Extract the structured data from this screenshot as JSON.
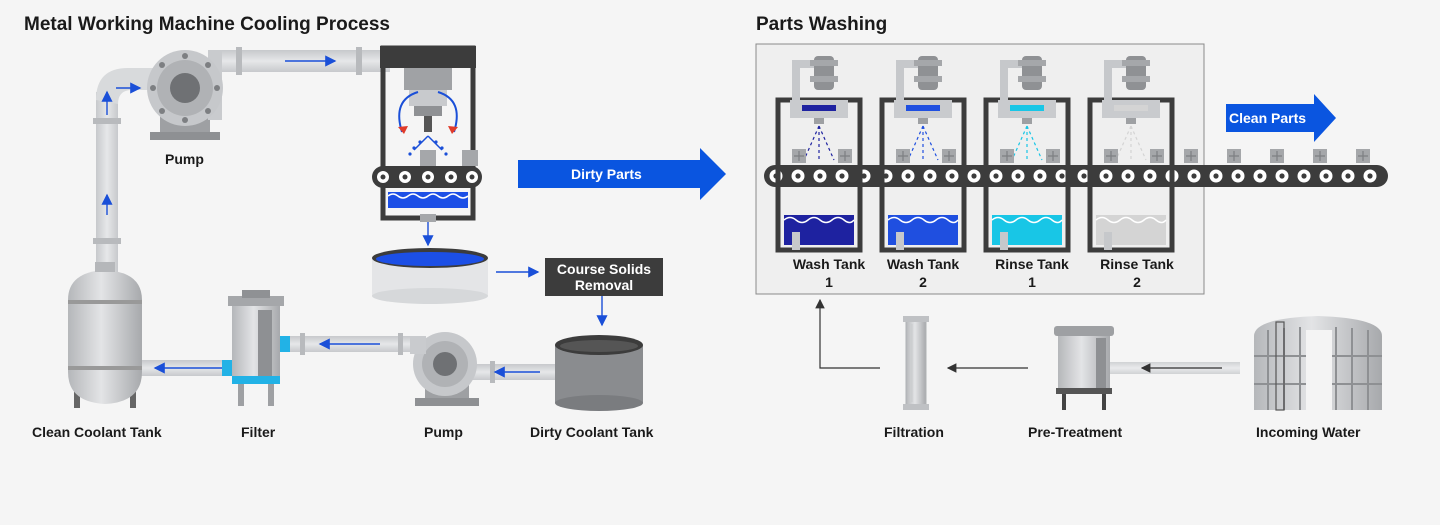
{
  "sections": {
    "left_title": "Metal Working Machine Cooling Process",
    "right_title": "Parts Washing"
  },
  "labels": {
    "pump_top": "Pump",
    "clean_coolant_tank": "Clean Coolant Tank",
    "filter": "Filter",
    "pump_bottom": "Pump",
    "dirty_coolant_tank": "Dirty Coolant Tank",
    "course_solids_line1": "Course Solids",
    "course_solids_line2": "Removal",
    "dirty_parts": "Dirty Parts",
    "clean_parts": "Clean Parts",
    "filtration": "Filtration",
    "pre_treatment": "Pre-Treatment",
    "incoming_water": "Incoming Water"
  },
  "tanks": [
    {
      "name": "Wash Tank",
      "number": "1",
      "liquid": "#1e22a0"
    },
    {
      "name": "Wash Tank",
      "number": "2",
      "liquid": "#1f4fe0"
    },
    {
      "name": "Rinse Tank",
      "number": "1",
      "liquid": "#18c6e6"
    },
    {
      "name": "Rinse Tank",
      "number": "2",
      "liquid": "#d4d4d4"
    }
  ],
  "colors": {
    "flow_arrow": "#1a4fd8",
    "big_arrow": "#0a55e0",
    "pipe": "#d5d7da",
    "metal": "#a9abae",
    "dark_frame": "#3c3c3c",
    "coolant": "#1c4fe6",
    "filter_band": "#22b2e6"
  },
  "icons": [
    "pump-icon",
    "tank-icon",
    "filter-icon",
    "conveyor-icon",
    "spray-nozzle-icon",
    "water-tower-icon"
  ]
}
